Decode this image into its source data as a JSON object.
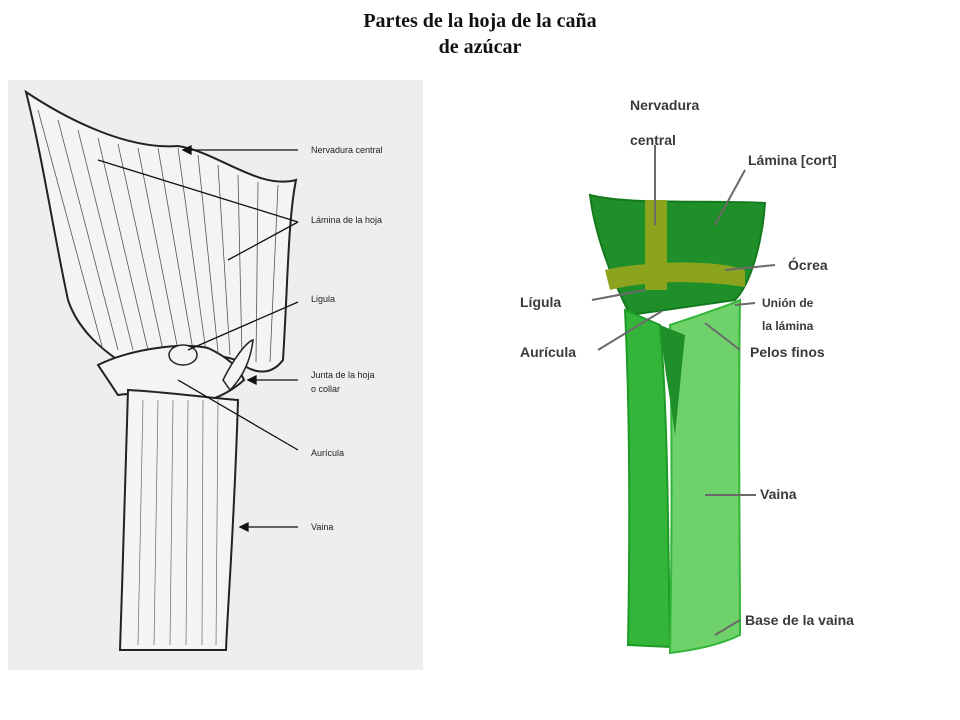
{
  "title": {
    "line1": "Partes de la hoja de la caña",
    "line2": "de azúcar"
  },
  "left_labels": {
    "nervadura": "Nervadura central",
    "lamina": "Lámina de la hoja",
    "ligula": "Ligula",
    "junta1": "Junta de la hoja",
    "junta2": "o collar",
    "auricula": "Aurícula",
    "vaina": "Vaina"
  },
  "right_labels": {
    "nervadura1": "Nervadura",
    "nervadura2": "central",
    "lamina": "Lámina [cort]",
    "ocrea": "Ócrea",
    "ligula": "Lígula",
    "union1": "Unión de",
    "union2": "la lámina",
    "auricula": "Aurícula",
    "pelos": "Pelos finos",
    "vaina": "Vaina",
    "base": "Base de la vaina"
  },
  "colors": {
    "green_dark": "#1f8f2a",
    "green_mid": "#33b53a",
    "green_light": "#6fd16a",
    "olive": "#8ca31e",
    "sketch_bg": "#eeeef1",
    "ink": "#222222"
  }
}
